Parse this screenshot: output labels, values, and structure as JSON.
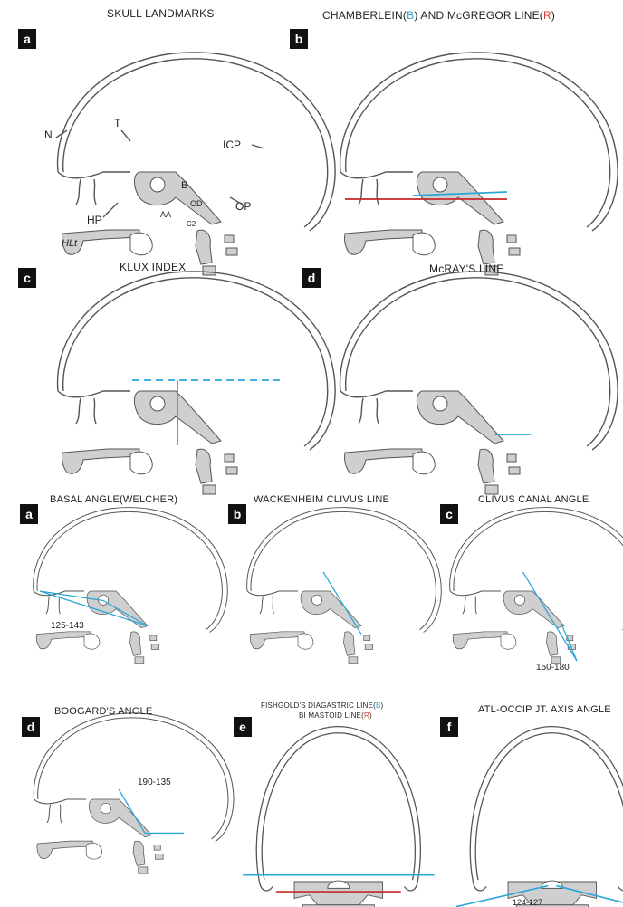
{
  "panels_top": [
    {
      "badge": "a",
      "title": "SKULL  LANDMARKS"
    },
    {
      "badge": "b",
      "title_pre": "CHAMBERLEIN(",
      "title_b": "B",
      "title_mid": ") AND McGREGOR LINE(",
      "title_r": "R",
      "title_post": ")"
    },
    {
      "badge": "c",
      "title": "KLUX INDEX"
    },
    {
      "badge": "d",
      "title": "McRAY'S LINE"
    }
  ],
  "landmarks": {
    "n": "N",
    "t": "T",
    "icp": "ICP",
    "b": "B",
    "od": "OD",
    "op": "OP",
    "aa": "AA",
    "c2": "C2",
    "hp": "HP"
  },
  "panels_bottom": [
    {
      "badge": "a",
      "title": "BASAL ANGLE(WELCHER)",
      "value": "125-143"
    },
    {
      "badge": "b",
      "title": "WACKENHEIM CLIVUS LINE"
    },
    {
      "badge": "c",
      "title": "CLIVUS CANAL ANGLE",
      "value": "150-180"
    },
    {
      "badge": "d",
      "title": "BOOGARD'S ANGLE",
      "value": "190-135"
    },
    {
      "badge": "e",
      "title1_pre": "FISHGOLD'S DIAGASTRIC LINE(",
      "title1_b": "B",
      "title1_post": ")",
      "title2_pre": "BI MASTOID LINE(",
      "title2_r": "R",
      "title2_post": ")"
    },
    {
      "badge": "f",
      "title": "ATL-OCCIP JT. AXIS ANGLE",
      "value": "124-127"
    }
  ],
  "colors": {
    "blue_line": "#2aa7d8",
    "red_line": "#c62828",
    "bone": "#cfcfcf"
  },
  "signature": "HLt"
}
